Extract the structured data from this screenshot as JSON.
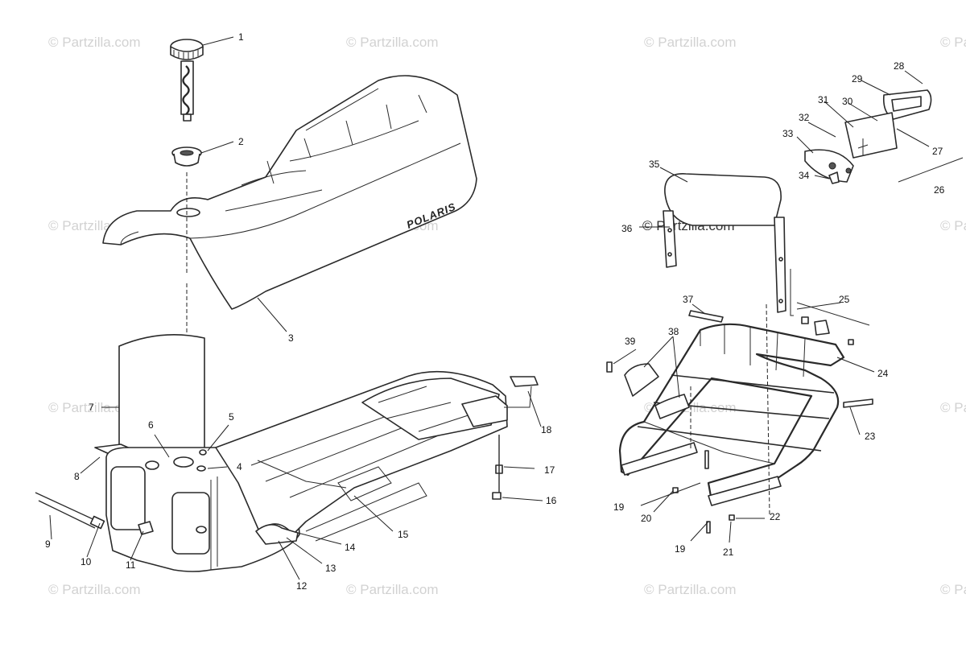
{
  "watermark": "© Partzilla.com",
  "brand_mark": "POLARIS",
  "callouts": [
    "1",
    "2",
    "3",
    "4",
    "5",
    "6",
    "7",
    "8",
    "9",
    "10",
    "11",
    "12",
    "13",
    "14",
    "15",
    "16",
    "17",
    "18",
    "19",
    "20",
    "21",
    "22",
    "23",
    "24",
    "25",
    "26",
    "27",
    "28",
    "29",
    "30",
    "31",
    "32",
    "33",
    "34",
    "35",
    "36",
    "37",
    "38",
    "39"
  ],
  "callout_19_second": "19"
}
